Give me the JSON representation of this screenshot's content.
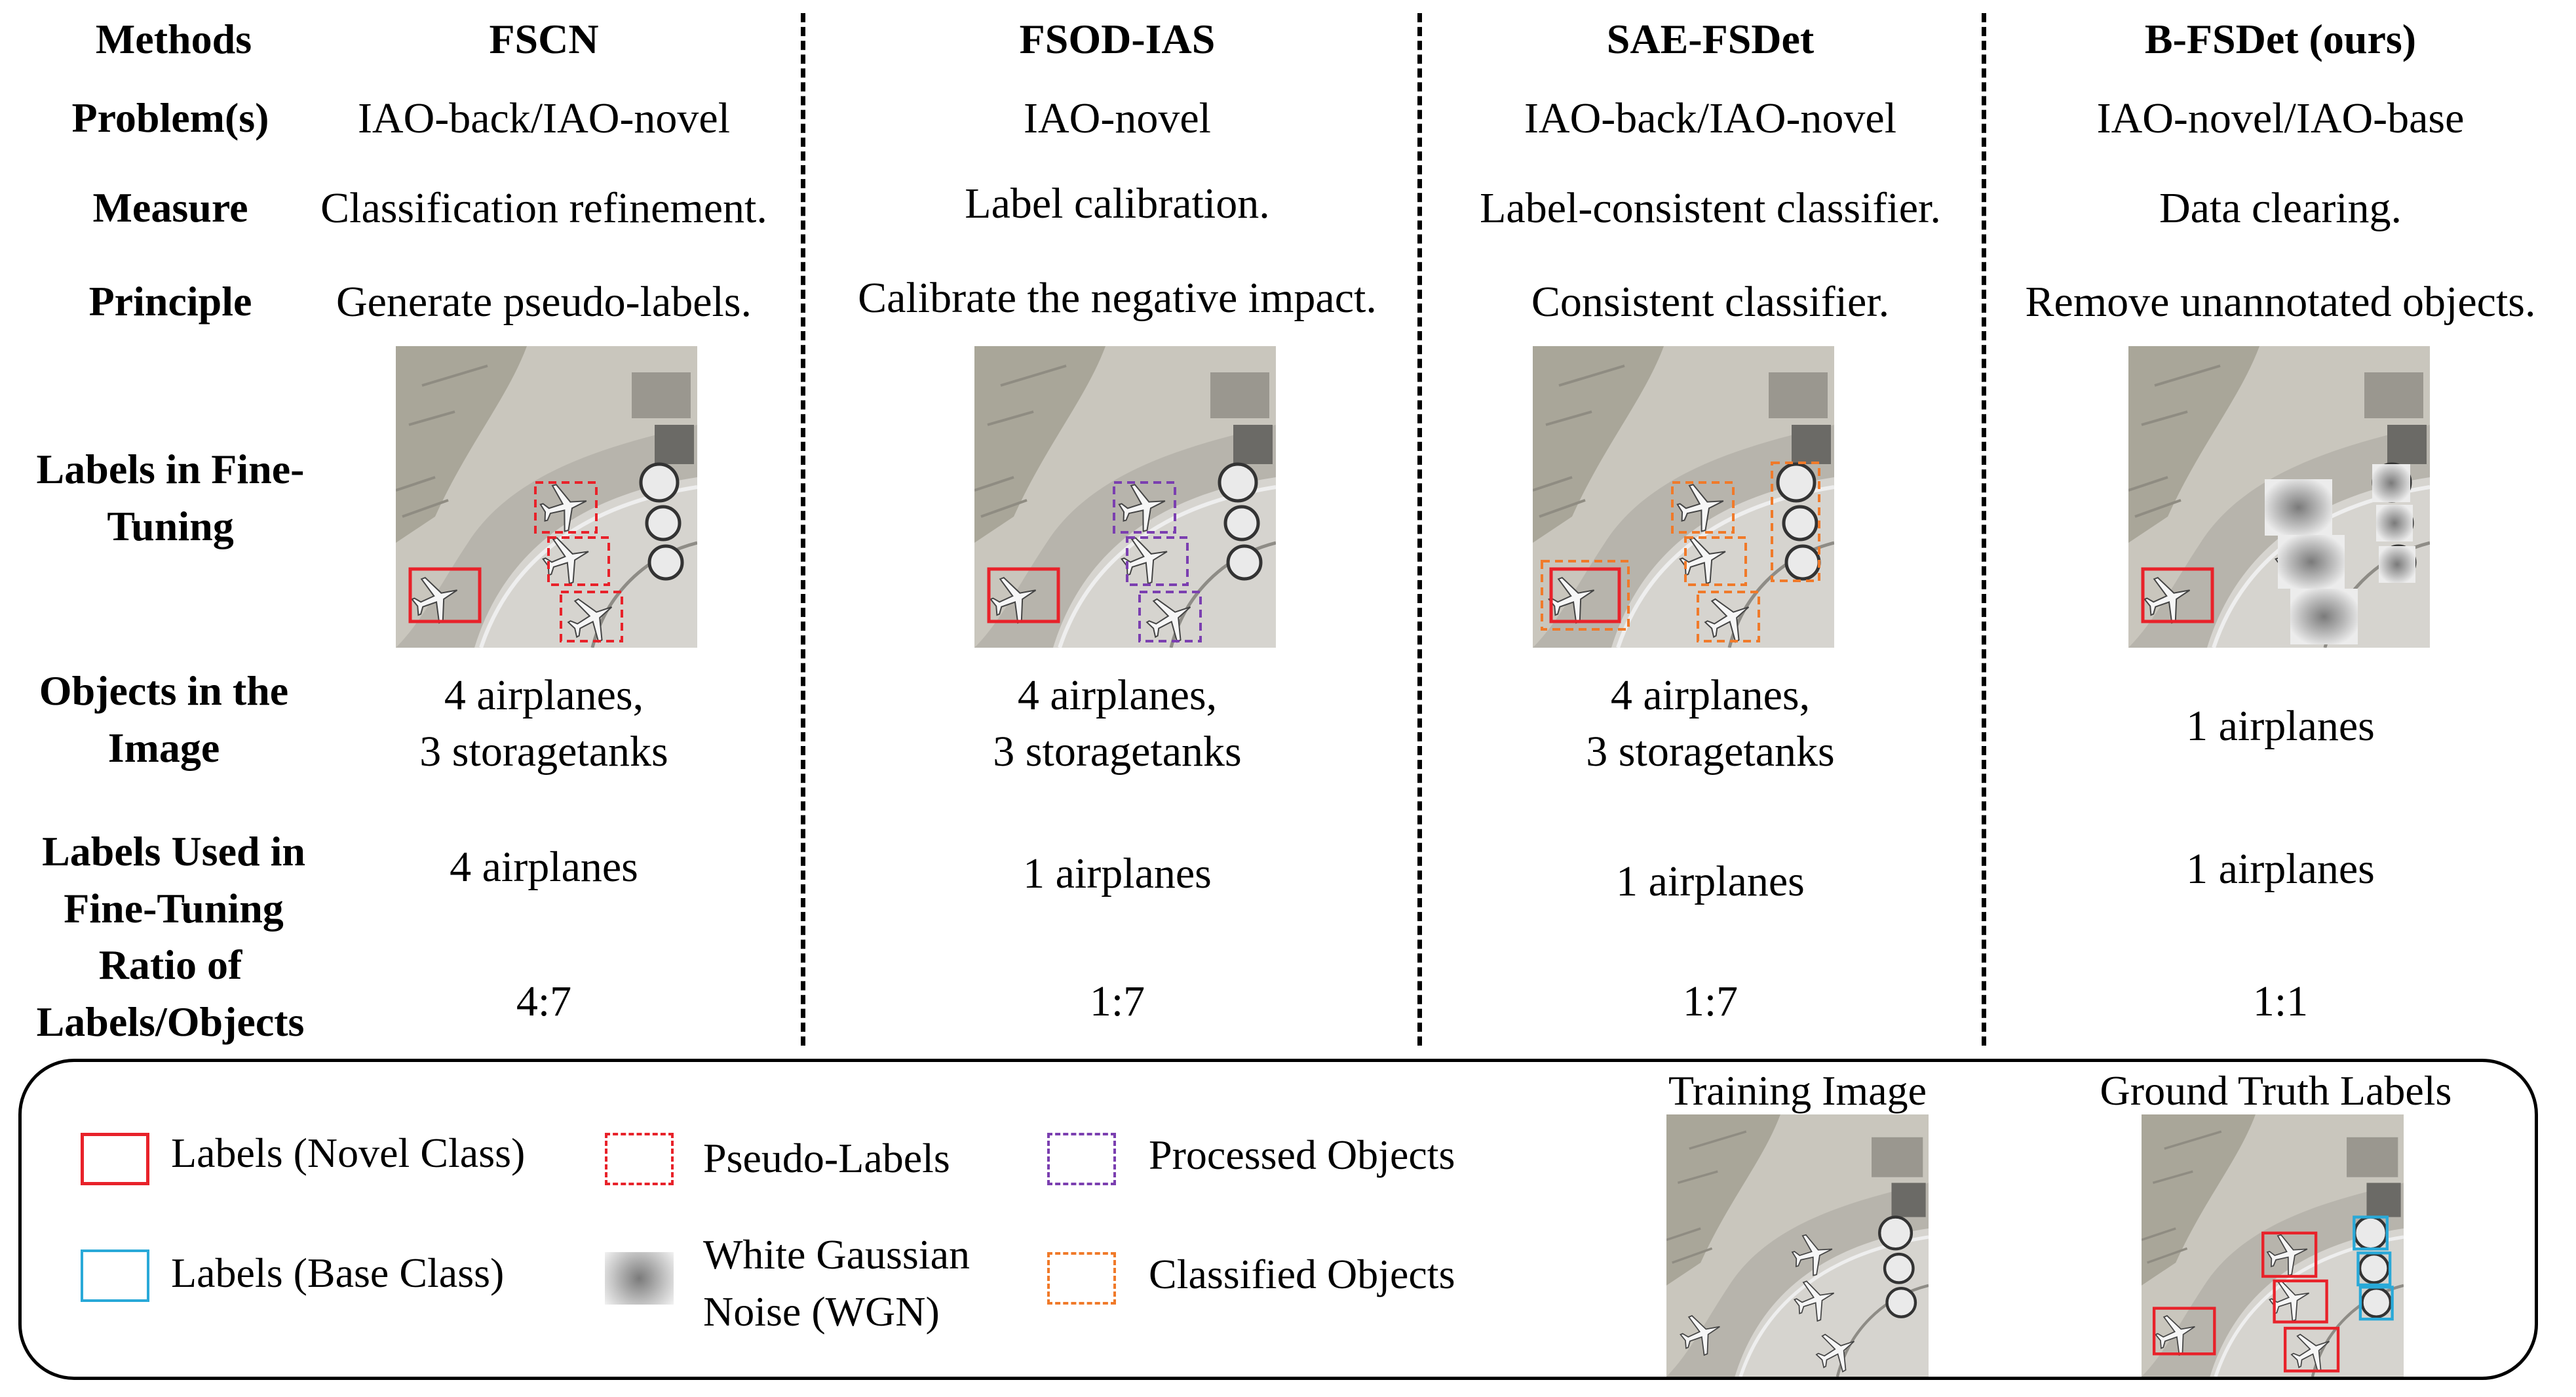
{
  "row_labels": {
    "methods": "Methods",
    "problems": "Problem(s)",
    "measure": "Measure",
    "principle": "Principle",
    "labels_in_finetuning": "Labels in Fine-Tuning",
    "objects_in_image": "Objects in the Image",
    "labels_used": "Labels Used in Fine-Tuning",
    "ratio": "Ratio of Labels/Objects"
  },
  "methods": [
    {
      "name": "FSCN",
      "problems": "IAO-back/IAO-novel",
      "measure": "Classification refinement.",
      "principle": "Generate pseudo-labels.",
      "objects_line1": "4 airplanes,",
      "objects_line2": "3 storagetanks",
      "labels_used": "4 airplanes",
      "ratio": "4:7"
    },
    {
      "name": "FSOD-IAS",
      "problems": "IAO-novel",
      "measure": "Label calibration.",
      "principle": "Calibrate the negative impact.",
      "objects_line1": "4 airplanes,",
      "objects_line2": "3 storagetanks",
      "labels_used": "1 airplanes",
      "ratio": "1:7"
    },
    {
      "name": "SAE-FSDet",
      "problems": "IAO-back/IAO-novel",
      "measure": "Label-consistent classifier.",
      "principle": "Consistent classifier.",
      "objects_line1": "4 airplanes,",
      "objects_line2": "3 storagetanks",
      "labels_used": "1 airplanes",
      "ratio": "1:7"
    },
    {
      "name": "B-FSDet (ours)",
      "problems": "IAO-novel/IAO-base",
      "measure": "Data clearing.",
      "principle": "Remove unannotated objects.",
      "objects_line1": "1 airplanes",
      "objects_line2": "",
      "labels_used": "1 airplanes",
      "ratio": "1:1"
    }
  ],
  "legend": {
    "labels_novel": "Labels  (Novel Class)",
    "labels_base": "Labels  (Base Class)",
    "pseudo_labels": "Pseudo-Labels",
    "wgn": "White Gaussian Noise (WGN)",
    "processed_objects": "Processed Objects",
    "classified_objects": "Classified Objects",
    "training_image": "Training Image",
    "ground_truth": "Ground Truth Labels"
  },
  "colors": {
    "novel_label": "#e8222a",
    "base_label": "#29a9d8",
    "pseudo_label": "#e8222a",
    "processed": "#7b3fb0",
    "classified": "#f07a2a",
    "separator": "#000000"
  },
  "icons": {
    "aerial_image": "airport-aerial-thumbnail",
    "wgn": "gaussian-blob"
  }
}
